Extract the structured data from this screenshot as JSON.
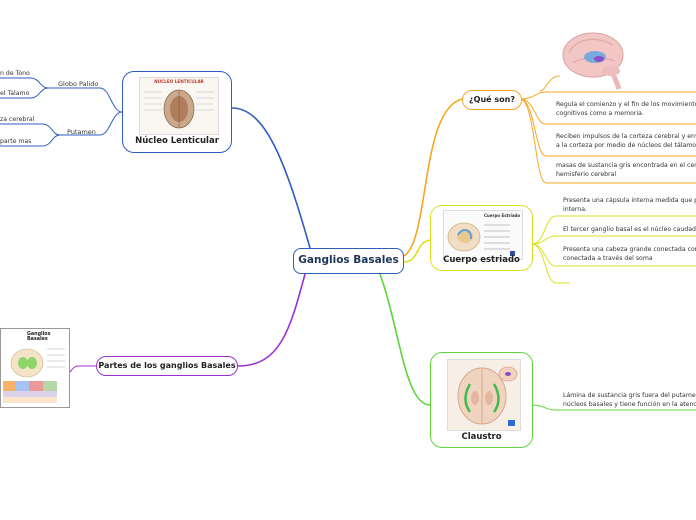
{
  "central": {
    "label": "Ganglios Basales"
  },
  "que_son": {
    "label": "¿Qué son?",
    "leaves": [
      [
        "Regula el comienzo y el fin de los movimientos y pr",
        "cognitivos como a memoria."
      ],
      [
        "Reciben impulsos de la corteza cerebral y envían ir",
        "a la corteza por medio de núcleos del tálamo"
      ],
      [
        "masas de sustancia gris encontrada en el centro d",
        "hemisferio cerebral"
      ]
    ]
  },
  "cuerpo_estriado": {
    "label": "Cuerpo estriado",
    "image_caption": "Cuerpo Estriado",
    "leaves": [
      [
        "Presenta una cápsula interna medida que pasa",
        "interna."
      ],
      [
        "El tercer ganglio basal es el núcleo caudado"
      ],
      [
        "Presenta una cabeza grande conectada con un",
        "conectada a través del soma"
      ]
    ]
  },
  "claustro": {
    "label": "Claustro",
    "leaves": [
      [
        "Lámina de sustancia gris fuera del putamen sub",
        "núcleos basales y tiene función en la atención vi"
      ]
    ]
  },
  "nucleo_lenticular": {
    "label": "Núcleo Lenticular",
    "image_caption": "NÚCLEO LENTICULAR",
    "globo_palido": {
      "label": "Globo Palido",
      "leaves": [
        "n de Tono",
        "el Talamo"
      ]
    },
    "putamen": {
      "label": "Putamen",
      "leaves": [
        "za cerebral",
        "parte mas"
      ]
    }
  },
  "partes": {
    "label": "Partes de los ganglios Basales",
    "image_caption": "Ganglios Basales"
  },
  "colors": {
    "central": "#2d5fb8",
    "que_son": "#f5a623",
    "cuerpo_estriado": "#d9e021",
    "claustro": "#5cd63a",
    "nucleo_lenticular": "#2f5cc0",
    "partes": "#9b30d9"
  }
}
